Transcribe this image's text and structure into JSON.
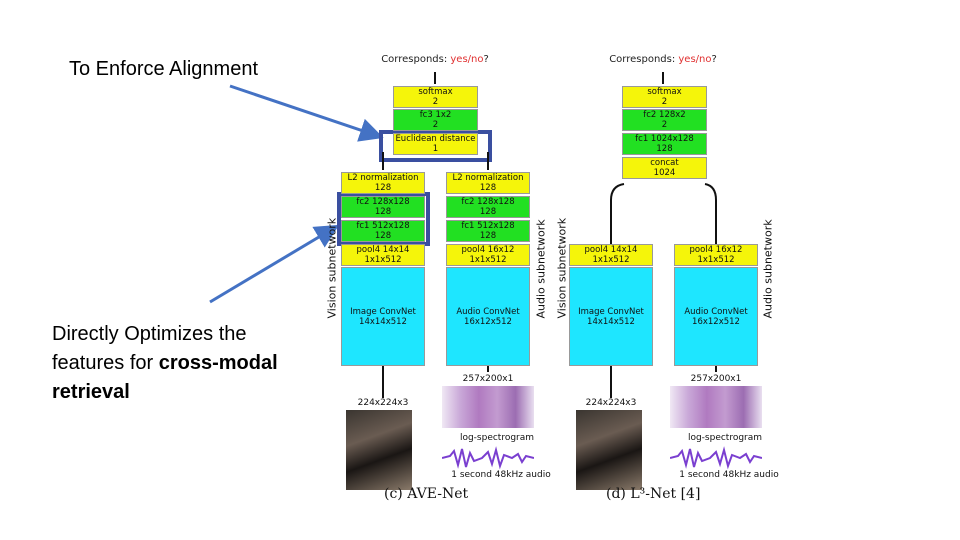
{
  "notes": {
    "alignment": "To Enforce Alignment",
    "retrieval_pre": "Directly Optimizes the features for ",
    "retrieval_bold": "cross-modal retrieval"
  },
  "ave": {
    "corr_label": "Corresponds: ",
    "corr_value": "yes/no",
    "corr_suffix": "?",
    "softmax": [
      "softmax",
      "2"
    ],
    "fc3": [
      "fc3 1x2",
      "2"
    ],
    "euclid": [
      "Euclidean distance",
      "1"
    ],
    "vision": {
      "l2": [
        "L2 normalization",
        "128"
      ],
      "fc2": [
        "fc2 128x128",
        "128"
      ],
      "fc1": [
        "fc1 512x128",
        "128"
      ],
      "pool4": [
        "pool4 14x14",
        "1x1x512"
      ],
      "convnet": [
        "Image ConvNet",
        "14x14x512"
      ],
      "input": "224x224x3"
    },
    "audio": {
      "l2": [
        "L2 normalization",
        "128"
      ],
      "fc2": [
        "fc2 128x128",
        "128"
      ],
      "fc1": [
        "fc1 512x128",
        "128"
      ],
      "pool4": [
        "pool4 16x12",
        "1x1x512"
      ],
      "convnet": [
        "Audio ConvNet",
        "16x12x512"
      ],
      "input": "257x200x1",
      "spec_label": "log-spectrogram",
      "audio_label": "1 second 48kHz audio"
    },
    "vision_subnetwork": "Vision subnetwork",
    "audio_subnetwork": "Audio subnetwork",
    "caption": "(c)  AVE-Net"
  },
  "l3": {
    "corr_label": "Corresponds: ",
    "corr_value": "yes/no",
    "corr_suffix": "?",
    "softmax": [
      "softmax",
      "2"
    ],
    "fc2": [
      "fc2 128x2",
      "2"
    ],
    "fc1": [
      "fc1 1024x128",
      "128"
    ],
    "concat": [
      "concat",
      "1024"
    ],
    "vision": {
      "pool4": [
        "pool4 14x14",
        "1x1x512"
      ],
      "convnet": [
        "Image ConvNet",
        "14x14x512"
      ],
      "input": "224x224x3"
    },
    "audio": {
      "pool4": [
        "pool4 16x12",
        "1x1x512"
      ],
      "convnet": [
        "Audio ConvNet",
        "16x12x512"
      ],
      "input": "257x200x1",
      "spec_label": "log-spectrogram",
      "audio_label": "1 second 48kHz audio"
    },
    "vision_subnetwork": "Vision subnetwork",
    "audio_subnetwork": "Audio subnetwork",
    "caption": "(d)  L³-Net  [4]"
  },
  "colors": {
    "arrow": "#4472c4",
    "highlight": "#3a4fa0",
    "fc": "#22e022",
    "pool": "#f5f50a",
    "conv": "#1ee6ff",
    "yesno": "#e03030"
  }
}
